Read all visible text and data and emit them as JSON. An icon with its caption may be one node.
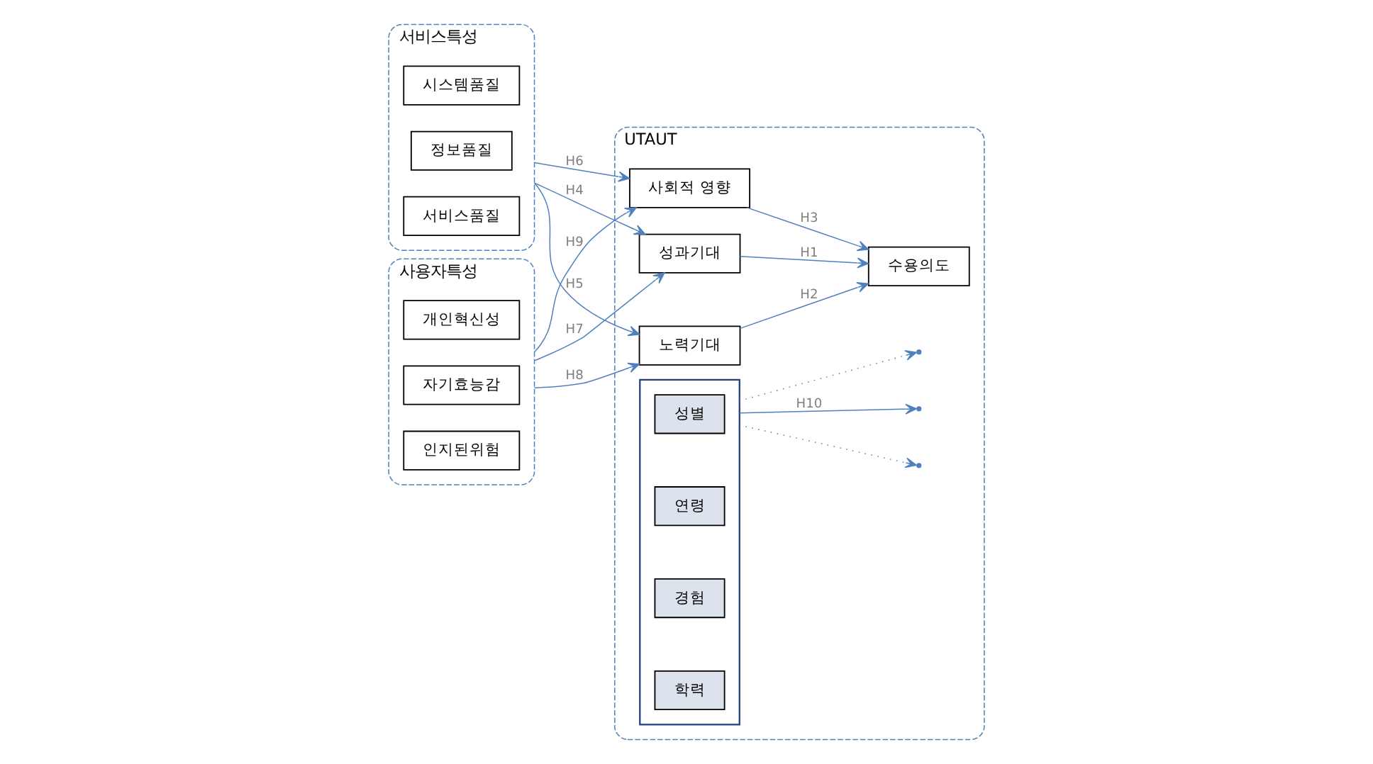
{
  "diagram": {
    "nodes": [
      {
        "text": [
          "서비스특성"
        ]
      },
      {
        "text": [
          "시스템품질"
        ],
        "in": 0
      },
      {
        "text": [
          "정보품질"
        ],
        "in": 0
      },
      {
        "text": [
          "서비스품질"
        ],
        "in": 0
      },
      {
        "text": [
          "사용자특성"
        ]
      },
      {
        "text": [
          "개인혁신성"
        ],
        "in": 4
      },
      {
        "text": [
          "자기효능감"
        ],
        "in": 4
      },
      {
        "text": [
          "인지된위험"
        ],
        "in": 4
      },
      {
        "text": [
          "UTAUT"
        ]
      },
      {
        "text": [
          "성과기대"
        ],
        "in": 8
      },
      {
        "text": [
          "노력기대"
        ],
        "in": 8
      },
      {
        "text": [
          "사회적 영향"
        ],
        "in": 8
      },
      {
        "text": [
          "수용의도"
        ],
        "in": 8
      },
      {
        "text": [],
        "shape": "box",
        "in": 8
      },
      {
        "text": [
          "성별"
        ],
        "in": 13
      },
      {
        "text": [
          "연령"
        ],
        "in": 13
      },
      {
        "text": [
          "경험"
        ],
        "in": 13
      },
      {
        "text": [
          "학력"
        ],
        "in": 13
      }
    ],
    "edges": [
      {
        "from": 0,
        "to": 9,
        "arrow": "to",
        "label": "H4"
      },
      {
        "from": 0,
        "to": 10,
        "arrow": "to",
        "label": "H5"
      },
      {
        "from": 0,
        "to": 11,
        "arrow": "to",
        "label": "H6"
      },
      {
        "from": 4,
        "to": 9,
        "arrow": "to",
        "label": "H7"
      },
      {
        "from": 4,
        "to": 10,
        "arrow": "to",
        "label": "H8"
      },
      {
        "from": 4,
        "to": 11,
        "arrow": "to",
        "label": "H9"
      },
      {
        "from": 9,
        "to": 12,
        "arrow": "to",
        "label": "H1"
      },
      {
        "from": 10,
        "to": 12,
        "arrow": "to",
        "label": "H2"
      },
      {
        "from": 11,
        "to": 12,
        "arrow": "to",
        "label": "H3"
      },
      {
        "from": 13,
        "to": null,
        "arrow": "to",
        "style": "dashed"
      },
      {
        "from": 13,
        "to": null,
        "arrow": "to",
        "style": "dashed"
      },
      {
        "from": 13,
        "to": null,
        "arrow": "to",
        "label": "H10"
      }
    ]
  }
}
